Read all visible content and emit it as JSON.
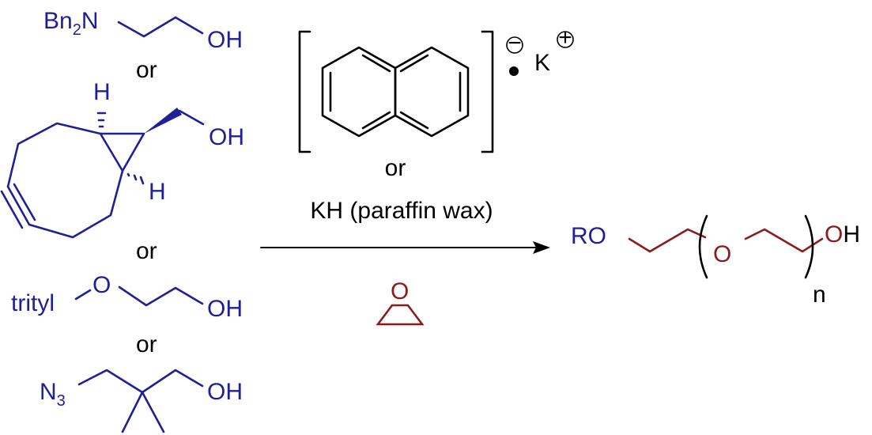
{
  "colors": {
    "starting_material": "#1f1f96",
    "ethylene_oxide": "#8a1c1c",
    "reagent": "#000000"
  },
  "starting_materials": {
    "amine_alcohol": {
      "group": "Bn",
      "subscript": "2",
      "n": "N",
      "oh": "OH"
    },
    "bcn_alcohol": {
      "h_top": "H",
      "h_bottom": "H",
      "oh": "OH"
    },
    "trityl_alcohol": {
      "group": "trityl",
      "o": "O",
      "oh": "OH"
    },
    "azide_alcohol": {
      "n": "N",
      "subscript": "3",
      "oh": "OH"
    },
    "or_label": "or"
  },
  "reagents": {
    "naphthalenide_anion_charge": "−",
    "counter_ion": "K",
    "counter_ion_charge": "+",
    "or_label": "or",
    "alternative_base": "KH (paraffin wax)",
    "epoxide_o": "O"
  },
  "product": {
    "ro": "RO",
    "repeat_o": "O",
    "end_o": "O",
    "end_h": "H",
    "repeat_n": "n"
  }
}
